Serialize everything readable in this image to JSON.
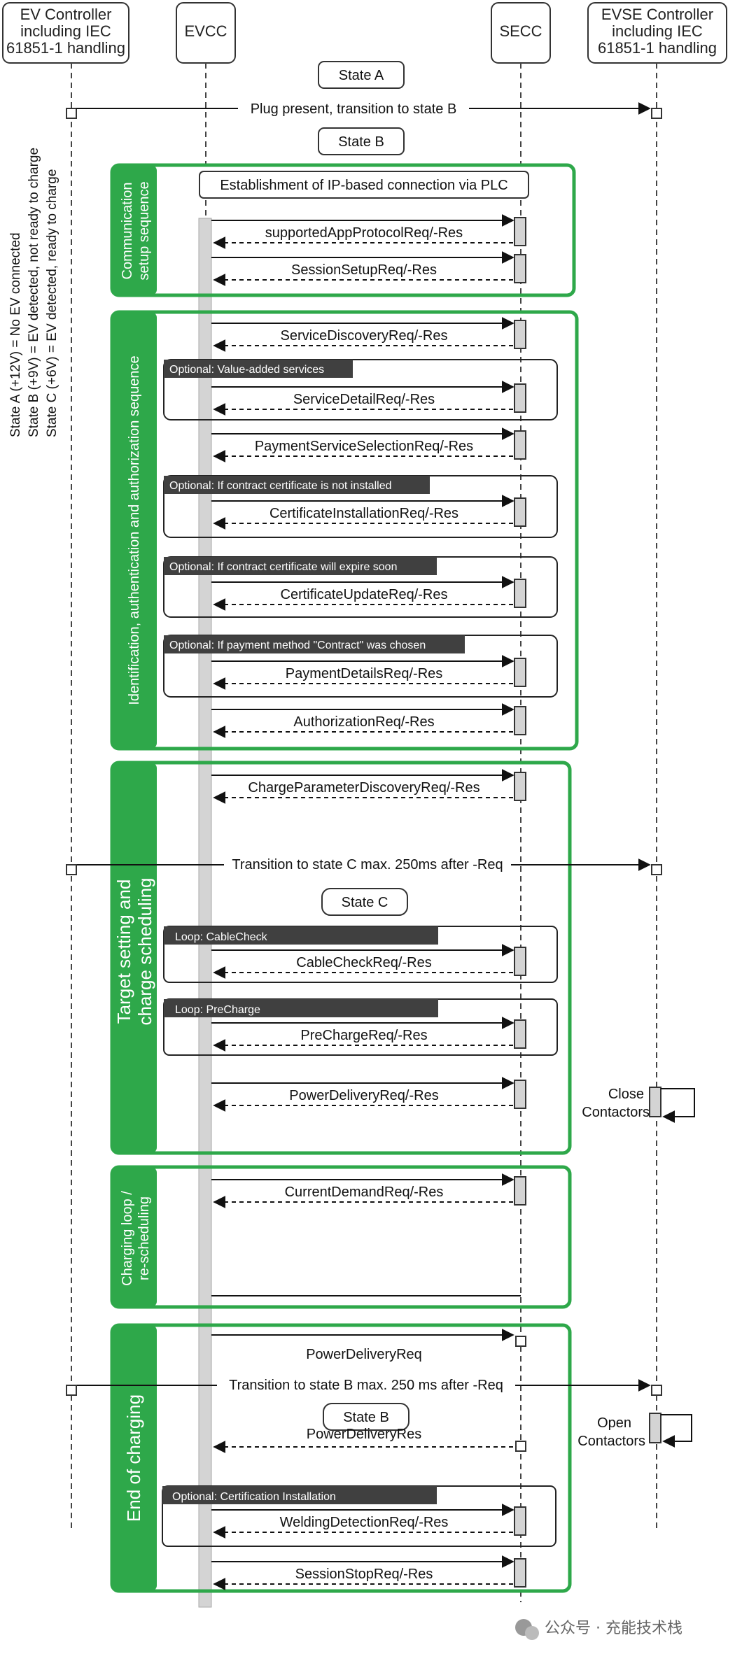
{
  "actors": {
    "ev": [
      "EV Controller",
      "including IEC",
      "61851-1 handling"
    ],
    "evcc": "EVCC",
    "secc": "SECC",
    "evse": [
      "EVSE Controller",
      "including IEC",
      "61851-1 handling"
    ]
  },
  "legend": [
    "State A (+12V) = No EV connected",
    "State B (+9V)   = EV detected, not ready to charge",
    "State C (+6V)   = EV detected, ready to charge"
  ],
  "states": {
    "a": "State A",
    "b": "State B",
    "c": "State C",
    "b2": "State B"
  },
  "plug_msg": "Plug present, transition to state B",
  "ip_connection": "Establishment of IP-based connection via PLC",
  "sections": {
    "comm_setup": [
      "Communication",
      "setup sequence"
    ],
    "ident": "Identification, authentication and authorization sequence",
    "target": [
      "Target setting and",
      "charge scheduling"
    ],
    "charging_loop": [
      "Charging loop /",
      "re-scheduling"
    ],
    "end": "End of charging"
  },
  "messages": {
    "supported": "supportedAppProtocolReq/-Res",
    "session_setup": "SessionSetupReq/-Res",
    "service_discovery": "ServiceDiscoveryReq/-Res",
    "service_detail": "ServiceDetailReq/-Res",
    "payment_selection": "PaymentServiceSelectionReq/-Res",
    "cert_install": "CertificateInstallationReq/-Res",
    "cert_update": "CertificateUpdateReq/-Res",
    "payment_details": "PaymentDetailsReq/-Res",
    "authorization": "AuthorizationReq/-Res",
    "charge_param": "ChargeParameterDiscoveryReq/-Res",
    "transition_c": "Transition to state C max. 250ms after -Req",
    "cable_check": "CableCheckReq/-Res",
    "precharge": "PreChargeReq/-Res",
    "power_delivery": "PowerDeliveryReq/-Res",
    "current_demand": "CurrentDemandReq/-Res",
    "power_delivery_req": "PowerDeliveryReq",
    "transition_b": "Transition to state B max. 250 ms after -Req",
    "power_delivery_res": "PowerDeliveryRes",
    "welding": "WeldingDetectionReq/-Res",
    "session_stop": "SessionStopReq/-Res"
  },
  "optional_labels": {
    "value_added": "Optional: Value-added services",
    "cert_not_installed": "Optional: If contract certificate is not installed",
    "cert_expire": "Optional: If contract certificate will expire soon",
    "payment_contract": "Optional: If payment method \"Contract\" was chosen",
    "cert_installation": "Optional: Certification Installation"
  },
  "loops": {
    "cable_check": "Loop: CableCheck",
    "precharge": "Loop: PreCharge"
  },
  "contactors": {
    "close": [
      "Close",
      "Contactors"
    ],
    "open": [
      "Open",
      "Contactors"
    ]
  },
  "watermark": "公众号 · 充能技术栈",
  "colors": {
    "section_green": "#2ea84a",
    "label_dark": "#404040",
    "activation_bar": "#d4d4d4"
  }
}
